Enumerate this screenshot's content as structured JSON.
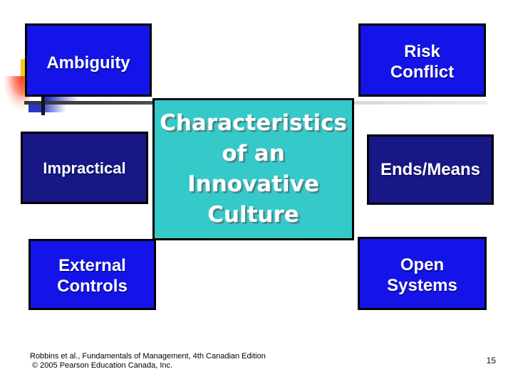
{
  "center_box": {
    "lines": [
      "Characteristics",
      "of an",
      "Innovative",
      "Culture"
    ]
  },
  "boxes": {
    "ambiguity": {
      "label": "Ambiguity"
    },
    "risk_conflict": {
      "lines": [
        "Risk",
        "Conflict"
      ]
    },
    "impractical": {
      "label": "Impractical"
    },
    "ends_means": {
      "label": "Ends/Means"
    },
    "external_controls": {
      "lines": [
        "External",
        "Controls"
      ]
    },
    "open_systems": {
      "lines": [
        "Open",
        "Systems"
      ]
    }
  },
  "footer": {
    "citation_line1": "Robbins et al., Fundamentals of Management, 4th Canadian Edition",
    "citation_line2": "© 2005 Pearson Education Canada, Inc.",
    "page_number": "15"
  },
  "colors": {
    "bright_blue": "#1414e8",
    "navy_blue": "#171785",
    "teal": "#36c9c9",
    "accent_yellow": "#ffc41e",
    "accent_red": "#ff4433"
  }
}
